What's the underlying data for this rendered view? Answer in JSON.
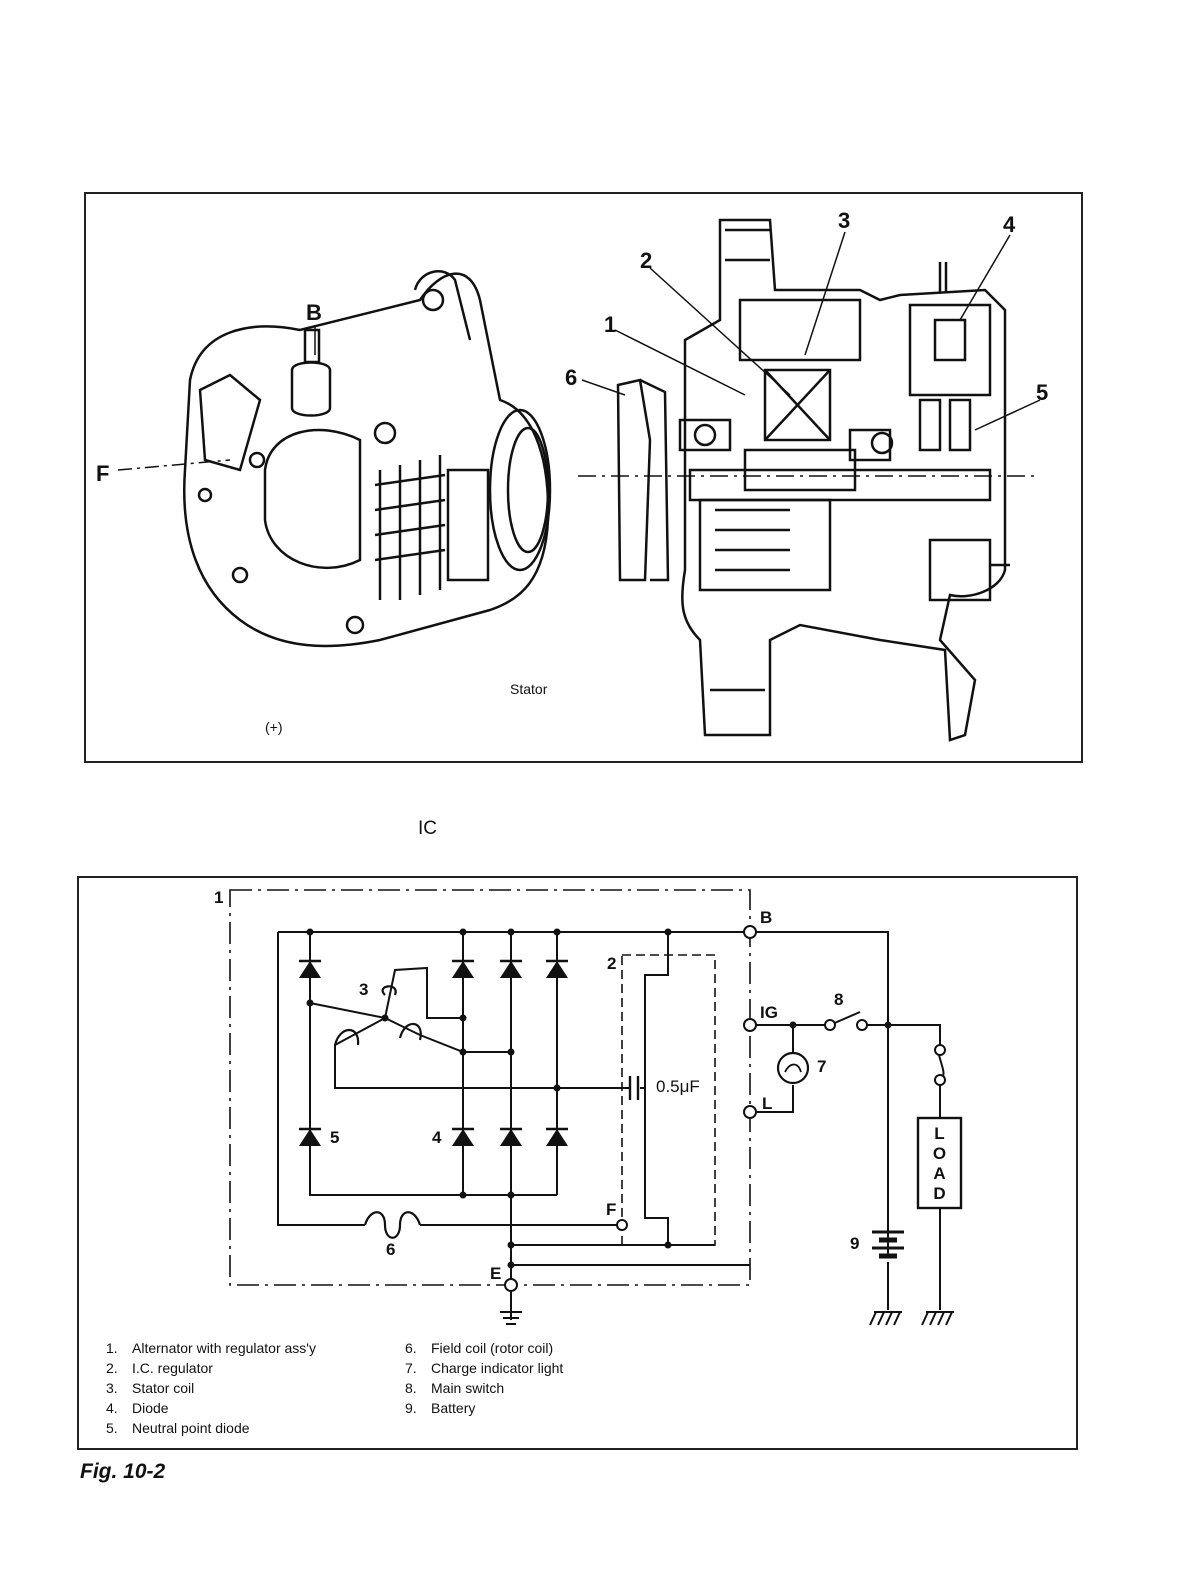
{
  "top_figure": {
    "terminal_b": "B",
    "terminal_f": "F",
    "callouts": [
      "1",
      "2",
      "3",
      "4",
      "5",
      "6"
    ],
    "stator_text": "Stator",
    "plus_text": "(+)"
  },
  "ic_text": "IC",
  "circuit": {
    "labels": {
      "n1": "1",
      "n2": "2",
      "n3": "3",
      "n4": "4",
      "n5": "5",
      "n6": "6",
      "n7": "7",
      "n8": "8",
      "n9": "9",
      "B": "B",
      "IG": "IG",
      "L": "L",
      "F": "F",
      "E": "E",
      "cap": "0.5μF",
      "load": [
        "L",
        "O",
        "A",
        "D"
      ]
    }
  },
  "legend": {
    "left": [
      {
        "num": "1.",
        "text": "Alternator with regulator ass'y"
      },
      {
        "num": "2.",
        "text": "I.C. regulator"
      },
      {
        "num": "3.",
        "text": "Stator coil"
      },
      {
        "num": "4.",
        "text": "Diode"
      },
      {
        "num": "5.",
        "text": "Neutral point diode"
      }
    ],
    "right": [
      {
        "num": "6.",
        "text": "Field coil (rotor coil)"
      },
      {
        "num": "7.",
        "text": "Charge indicator light"
      },
      {
        "num": "8.",
        "text": "Main switch"
      },
      {
        "num": "9.",
        "text": "Battery"
      }
    ]
  },
  "caption": "Fig. 10-2"
}
